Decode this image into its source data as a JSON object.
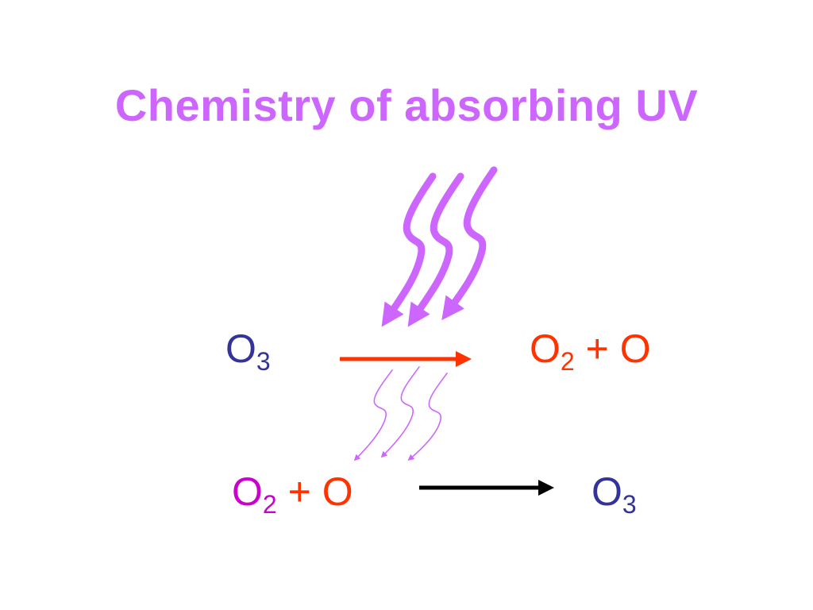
{
  "title": "Chemistry of absorbing UV",
  "reaction1": {
    "reactant": {
      "symbol": "O",
      "sub": "3"
    },
    "product_molecule": {
      "symbol": "O",
      "sub": "2"
    },
    "plus": "+",
    "product_atom": "O"
  },
  "reaction2": {
    "reactant_molecule": {
      "symbol": "O",
      "sub": "2"
    },
    "plus": "+",
    "reactant_atom": "O",
    "product": {
      "symbol": "O",
      "sub": "3"
    }
  },
  "colors": {
    "title": "#cc66ff",
    "uv": "#cc66ff",
    "ozone": "#333399",
    "red": "#ff3300",
    "magenta": "#cc00cc",
    "black": "#000000"
  },
  "icons": [
    "uv-radiation-arrow-icon",
    "reaction-arrow-icon"
  ]
}
